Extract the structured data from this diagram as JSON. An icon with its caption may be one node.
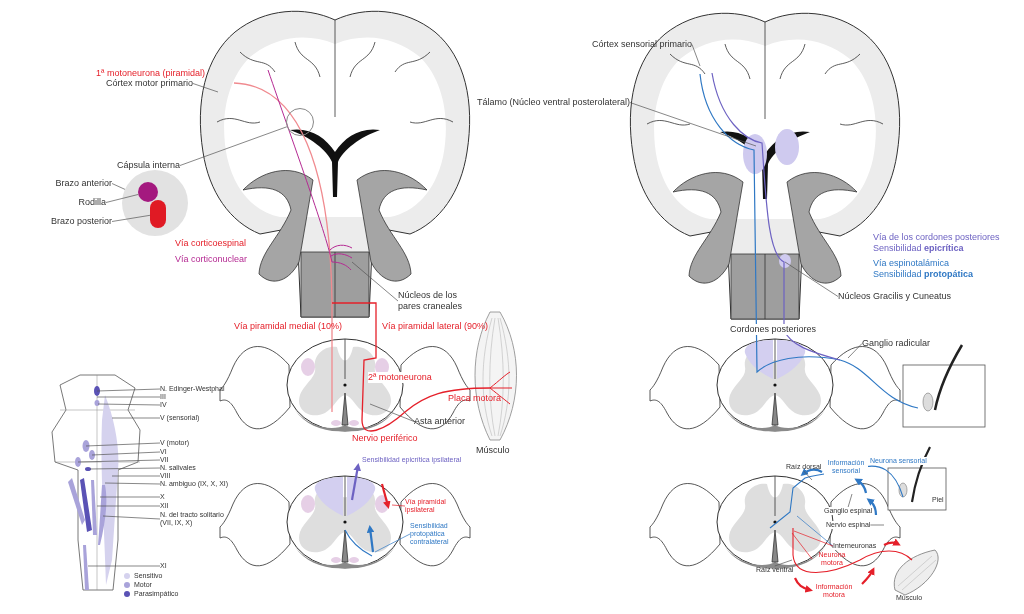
{
  "diagram": {
    "nodes": [
      {
        "text": [
          "Córtex motor primario"
        ]
      },
      {
        "text": [
          "Cápsula interna"
        ]
      },
      {
        "text": [],
        "shape": "circle"
      },
      {
        "text": [
          "Brazo anterior"
        ]
      },
      {
        "text": [
          "Rodilla"
        ]
      },
      {
        "text": [
          "Brazo posterior"
        ]
      },
      {
        "text": [
          "Núcleos de los pares craneales"
        ]
      },
      {
        "text": [
          "Asta anterior"
        ]
      },
      {
        "text": [
          "Córtex sensorial primario"
        ]
      },
      {
        "text": [
          "Tálamo (Núcleo ventral posterolateral)"
        ]
      },
      {
        "text": [
          "Núcleos Gracilis y Cuneatus"
        ]
      },
      {
        "text": [
          "Ganglio radicular"
        ]
      },
      {
        "text": [
          "N. Edinger-Westphal"
        ]
      },
      {
        "text": [
          "III"
        ]
      },
      {
        "text": [
          "IV"
        ]
      },
      {
        "text": [
          "V (sensorial)"
        ]
      },
      {
        "text": [
          "V (motor)"
        ]
      },
      {
        "text": [
          "VI"
        ]
      },
      {
        "text": [
          "VII"
        ]
      },
      {
        "text": [
          "N. salivales"
        ]
      },
      {
        "text": [
          "VIII"
        ]
      },
      {
        "text": [
          "N. ambiguo (IX, X, XI)"
        ]
      },
      {
        "text": [
          "X"
        ]
      },
      {
        "text": [
          "XII"
        ]
      },
      {
        "text": [
          "N. del tracto solitario (VII, IX, X)"
        ]
      },
      {
        "text": [
          "XI"
        ]
      },
      {
        "text": [
          "Vía piramidal ipsilateral"
        ]
      },
      {
        "text": [
          "Sensibilidad protopática contralateral"
        ]
      },
      {
        "text": [
          "Raíz dorsal"
        ]
      },
      {
        "text": [
          "Ganglio espinal"
        ]
      },
      {
        "text": [
          "Nervio espinal"
        ]
      },
      {
        "text": [
          "Interneuronas"
        ]
      },
      {
        "text": [
          "Neurona motora"
        ]
      },
      {
        "text": [
          "Raíz ventral"
        ]
      },
      {
        "text": [],
        "shape": "circle"
      },
      {
        "text": [],
        "shape": "circle",
        "in": 34
      },
      {
        "text": [],
        "shape": "circle",
        "in": 34
      }
    ],
    "edges": [
      {
        "from": 0,
        "to": null,
        "arrow": "none"
      },
      {
        "from": 1,
        "to": 2,
        "arrow": "none"
      },
      {
        "from": 3,
        "to": 34,
        "arrow": "none"
      },
      {
        "from": 4,
        "to": 35,
        "arrow": "none"
      },
      {
        "from": 5,
        "to": 36,
        "arrow": "none"
      },
      {
        "from": 6,
        "to": null,
        "arrow": "none"
      },
      {
        "from": 7,
        "to": null,
        "arrow": "none"
      },
      {
        "from": 8,
        "to": null,
        "arrow": "none"
      },
      {
        "from": 9,
        "to": null,
        "arrow": "none"
      },
      {
        "from": 10,
        "to": null,
        "arrow": "none"
      },
      {
        "from": 11,
        "to": null,
        "arrow": "none"
      },
      {
        "from": 12,
        "to": null,
        "arrow": "none"
      },
      {
        "from": 13,
        "to": null,
        "arrow": "none"
      },
      {
        "from": 14,
        "to": null,
        "arrow": "none"
      },
      {
        "from": 15,
        "to": null,
        "arrow": "none"
      },
      {
        "from": 16,
        "to": null,
        "arrow": "none"
      },
      {
        "from": 17,
        "to": null,
        "arrow": "none"
      },
      {
        "from": 18,
        "to": null,
        "arrow": "none"
      },
      {
        "from": 19,
        "to": null,
        "arrow": "none"
      },
      {
        "from": 20,
        "to": null,
        "arrow": "none"
      },
      {
        "from": 21,
        "to": null,
        "arrow": "none"
      },
      {
        "from": 22,
        "to": null,
        "arrow": "none"
      },
      {
        "from": 23,
        "to": null,
        "arrow": "none"
      },
      {
        "from": 24,
        "to": null,
        "arrow": "none"
      },
      {
        "from": 25,
        "to": null,
        "arrow": "none"
      },
      {
        "from": 26,
        "to": null,
        "arrow": "none",
        "color": "#e5202a"
      },
      {
        "from": 27,
        "to": null,
        "arrow": "none",
        "color": "#2f78c4"
      },
      {
        "from": 28,
        "to": null,
        "arrow": "none"
      },
      {
        "from": 29,
        "to": null,
        "arrow": "none"
      },
      {
        "from": 30,
        "to": null,
        "arrow": "none"
      },
      {
        "from": 31,
        "to": null,
        "arrow": "none",
        "color": "#2f78c4"
      },
      {
        "from": 31,
        "to": null,
        "arrow": "none",
        "color": "#e5202a"
      },
      {
        "from": 32,
        "to": null,
        "arrow": "none",
        "color": "#e5202a"
      },
      {
        "from": 33,
        "to": null,
        "arrow": "none"
      }
    ],
    "labels": [
      "1ª motoneurona (piramidal)",
      "Vía corticoespinal",
      "Vía corticonuclear",
      "Vía piramidal medial (10%)",
      "Vía piramidal lateral (90%)",
      "2ª motoneurona",
      "Placa motora",
      "Nervio periférico",
      "Músculo",
      "Vía de los cordones posteriores",
      "Sensibilidad **epicrítica**",
      "Vía espinotalámica",
      "Sensibilidad **protopática**",
      "Cordones posteriores",
      "Sensibilidad epicrítica ipsilateral",
      "Información sensorial",
      "Neurona sensorial",
      "Piel",
      "Información motora",
      "Músculo"
    ],
    "legend": [
      {
        "text": "Sensitivo",
        "color": "#d5d2ee"
      },
      {
        "text": "Motor",
        "color": "#a9a3da"
      },
      {
        "text": "Parasimpático",
        "color": "#5a52b5"
      }
    ]
  }
}
